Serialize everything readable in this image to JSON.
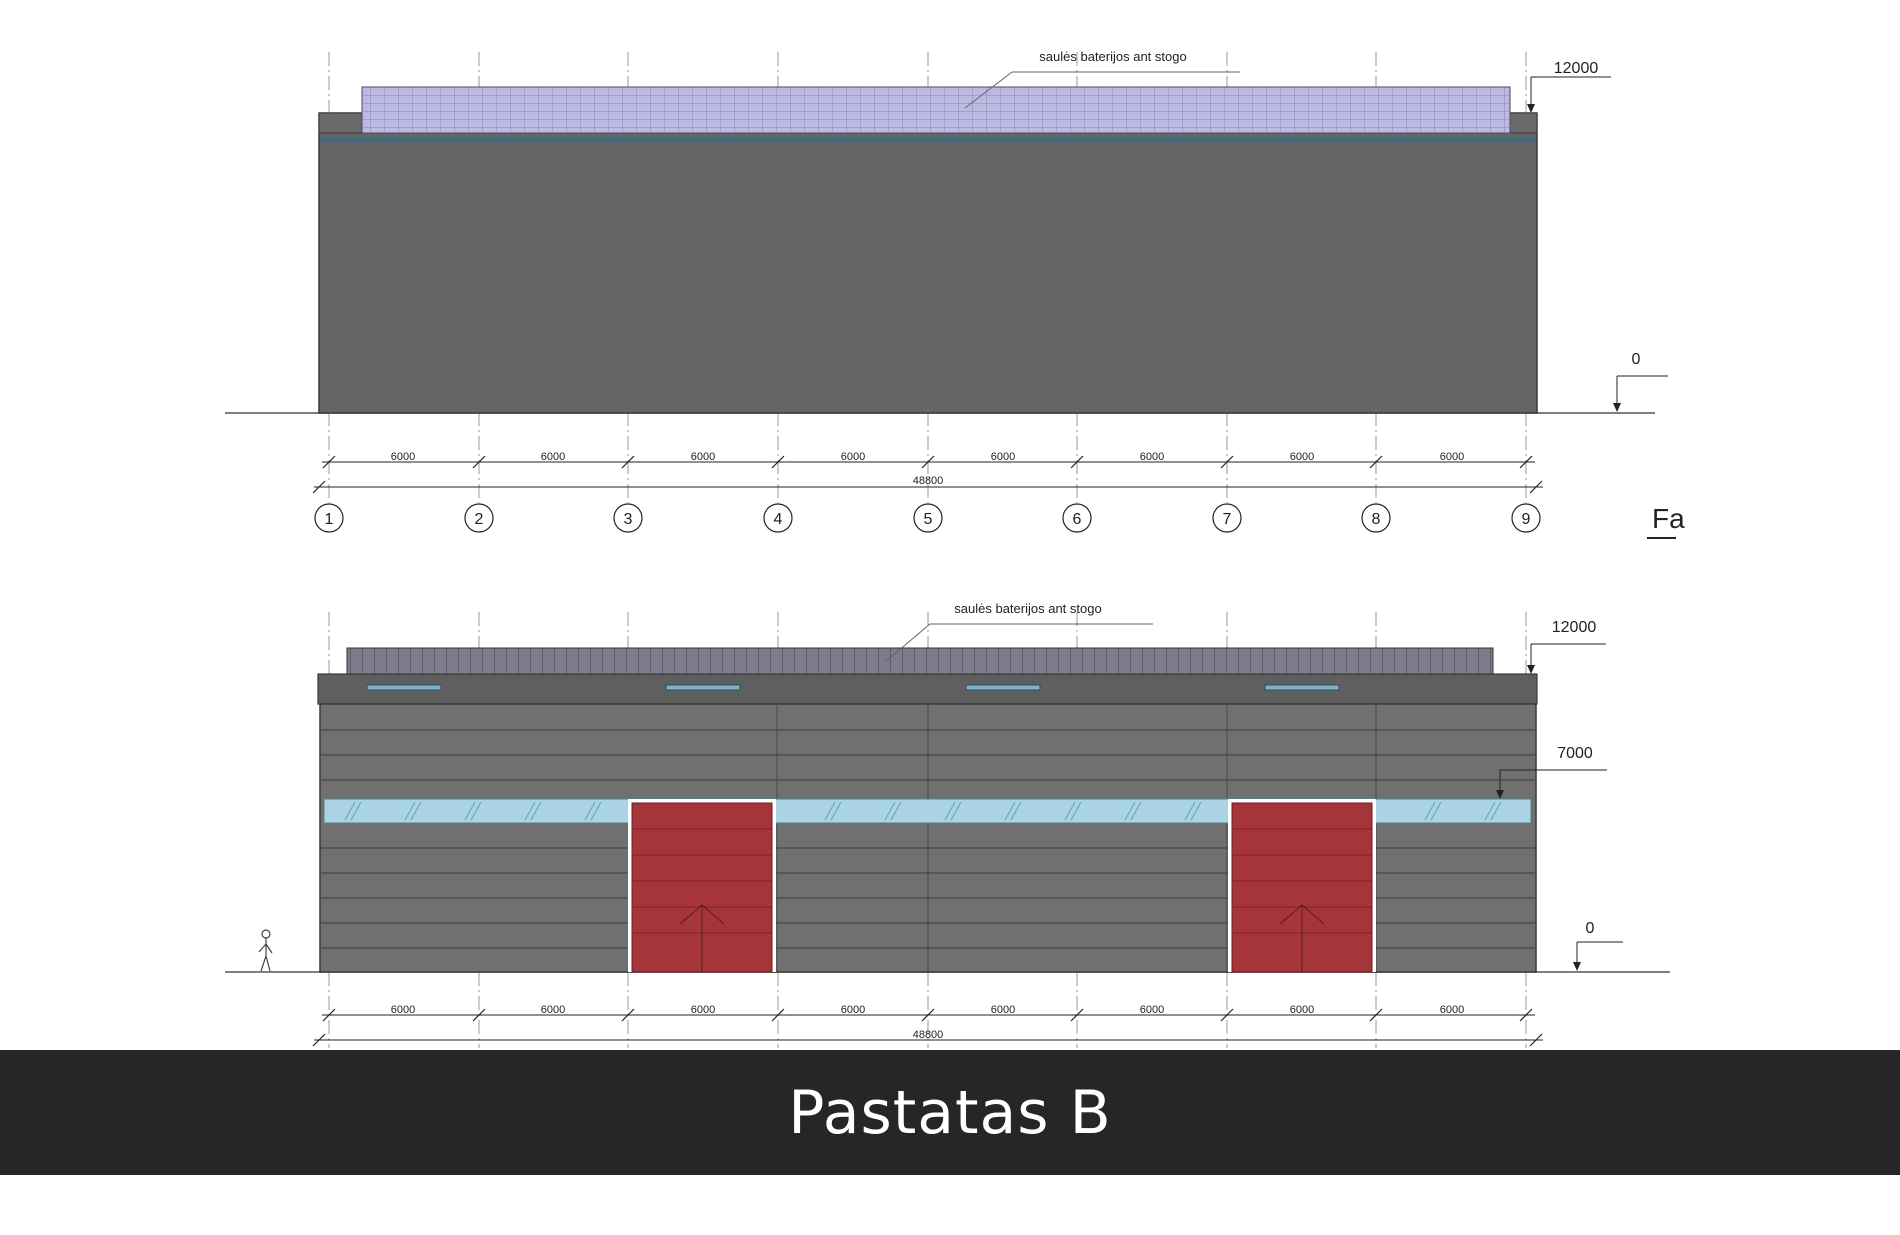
{
  "top_elevation": {
    "solar_label": "saulės baterijos ant stogo",
    "level_top": "12000",
    "level_ground": "0",
    "bay_dims": [
      "6000",
      "6000",
      "6000",
      "6000",
      "6000",
      "6000",
      "6000",
      "6000"
    ],
    "total_dim": "48800",
    "axes": [
      "1",
      "2",
      "3",
      "4",
      "5",
      "6",
      "7",
      "8",
      "9"
    ],
    "cut_label": "Fa"
  },
  "bottom_elevation": {
    "solar_label": "saulės baterijos ant stogo",
    "level_top": "12000",
    "level_mid": "7000",
    "level_ground": "0",
    "bay_dims": [
      "6000",
      "6000",
      "6000",
      "6000",
      "6000",
      "6000",
      "6000",
      "6000"
    ],
    "total_dim": "48800"
  },
  "caption": "Pastatas B",
  "colors": {
    "wall_dark": "#656565",
    "wall_cladding": "#6e6e6e",
    "solar_top": "#b9b6df",
    "solar_bottom": "#7b7b8a",
    "glazing": "#a9d3e3",
    "door": "#a53538",
    "caption_bg": "#262626"
  }
}
